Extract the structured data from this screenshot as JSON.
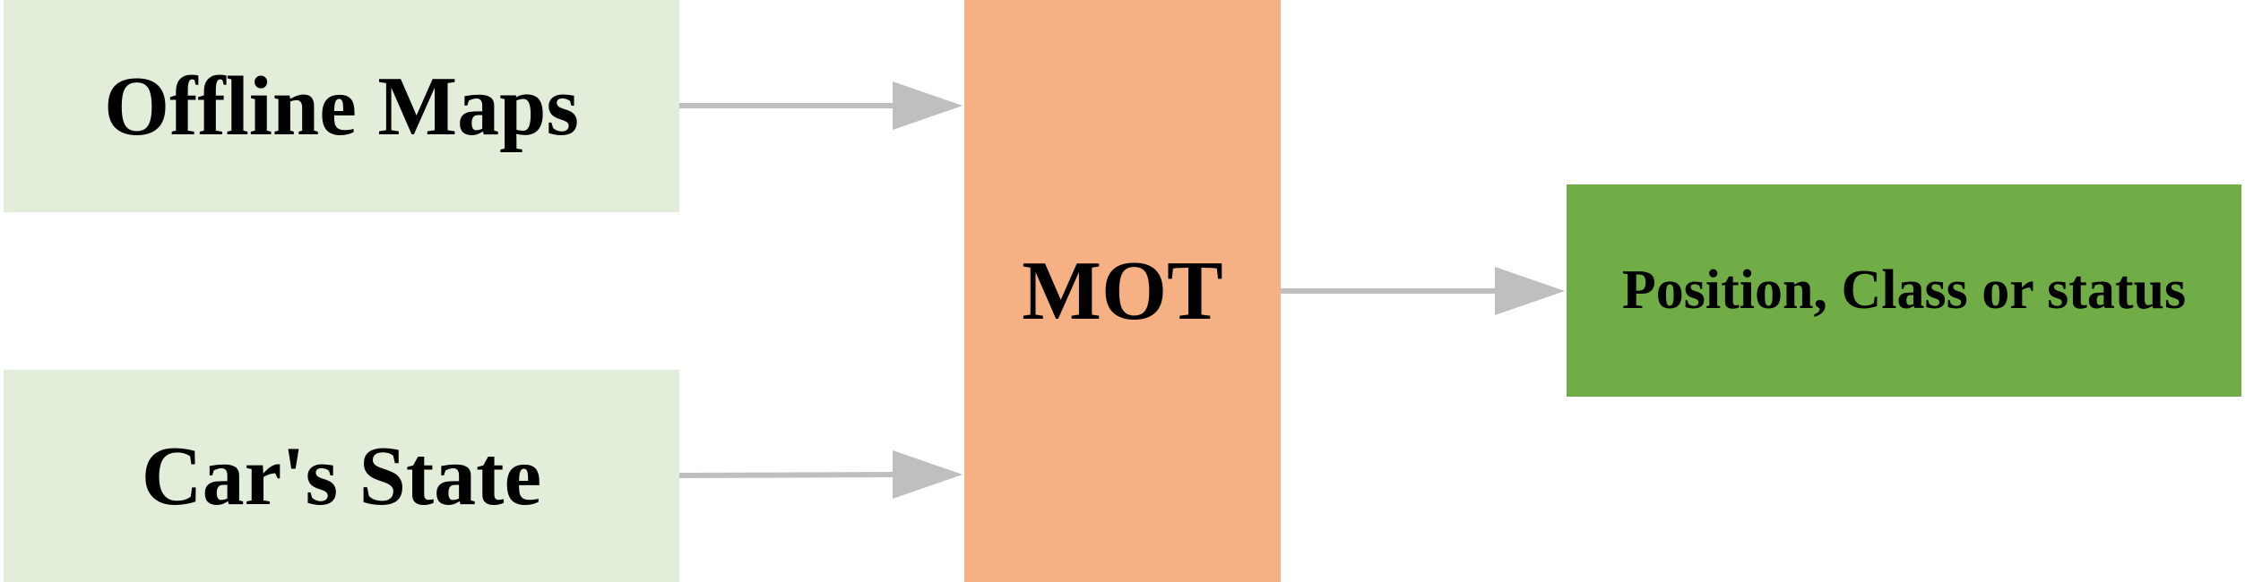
{
  "diagram": {
    "nodes": {
      "offline_maps": {
        "label": "Offline Maps",
        "color": "#e2eed9"
      },
      "cars_state": {
        "label": "Car's State",
        "color": "#e2eed9"
      },
      "mot": {
        "label": "MOT",
        "color": "#f5b183"
      },
      "output": {
        "label": "Position, Class or status",
        "color": "#70ad46"
      }
    },
    "edges": [
      {
        "from": "offline_maps",
        "to": "mot"
      },
      {
        "from": "cars_state",
        "to": "mot"
      },
      {
        "from": "mot",
        "to": "output"
      }
    ],
    "arrow_color": "#bfbfbf"
  }
}
